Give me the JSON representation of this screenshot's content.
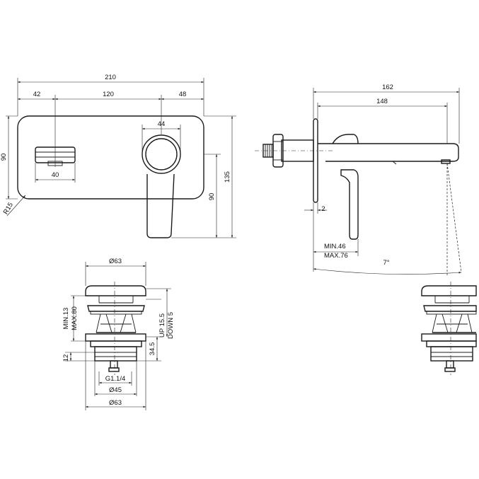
{
  "front_view": {
    "dims": {
      "overall_width": "210",
      "seg_left": "42",
      "seg_mid": "120",
      "seg_right": "48",
      "lever_width": "44",
      "knob_width": "40",
      "plate_height": "90",
      "lever_height": "90",
      "overall_height": "135",
      "corner_radius": "R15"
    }
  },
  "side_view": {
    "dims": {
      "spout_total": "162",
      "spout_reach": "148",
      "plate_gap": "2",
      "wall_min": "MIN.46",
      "wall_max": "MAX.76",
      "angle": "7°"
    }
  },
  "drain_front": {
    "dims": {
      "cap_diameter": "Ø63",
      "min_height": "MIN.13",
      "max_height": "MAX.80",
      "travel_up": "UP 15.5",
      "travel_down": "DOWN 5",
      "body_height": "34.5",
      "thread_height": "12",
      "thread": "G1.1/4",
      "body_diameter": "Ø45",
      "flange_diameter": "Ø63"
    }
  }
}
